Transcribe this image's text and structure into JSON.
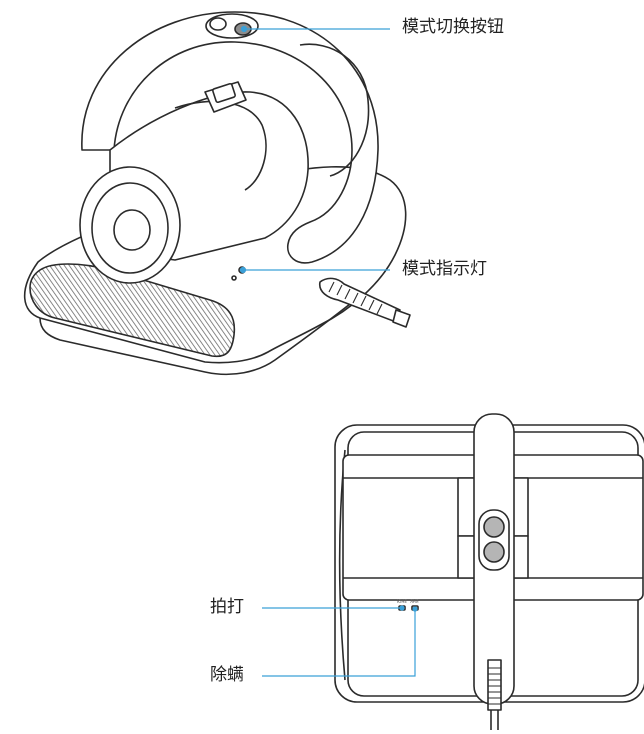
{
  "callouts": {
    "mode_button": "模式切换按钮",
    "mode_indicator": "模式指示灯",
    "pat": "拍打",
    "mite_removal": "除螨"
  },
  "panel_marks": {
    "left": "ЮНЕ",
    "right": "ЯНЯ"
  },
  "colors": {
    "line_art": "#2b2b2b",
    "callout_line": "#3aa0d8",
    "body_fill": "#ffffff",
    "grille_fill": "#9a9a9a"
  }
}
